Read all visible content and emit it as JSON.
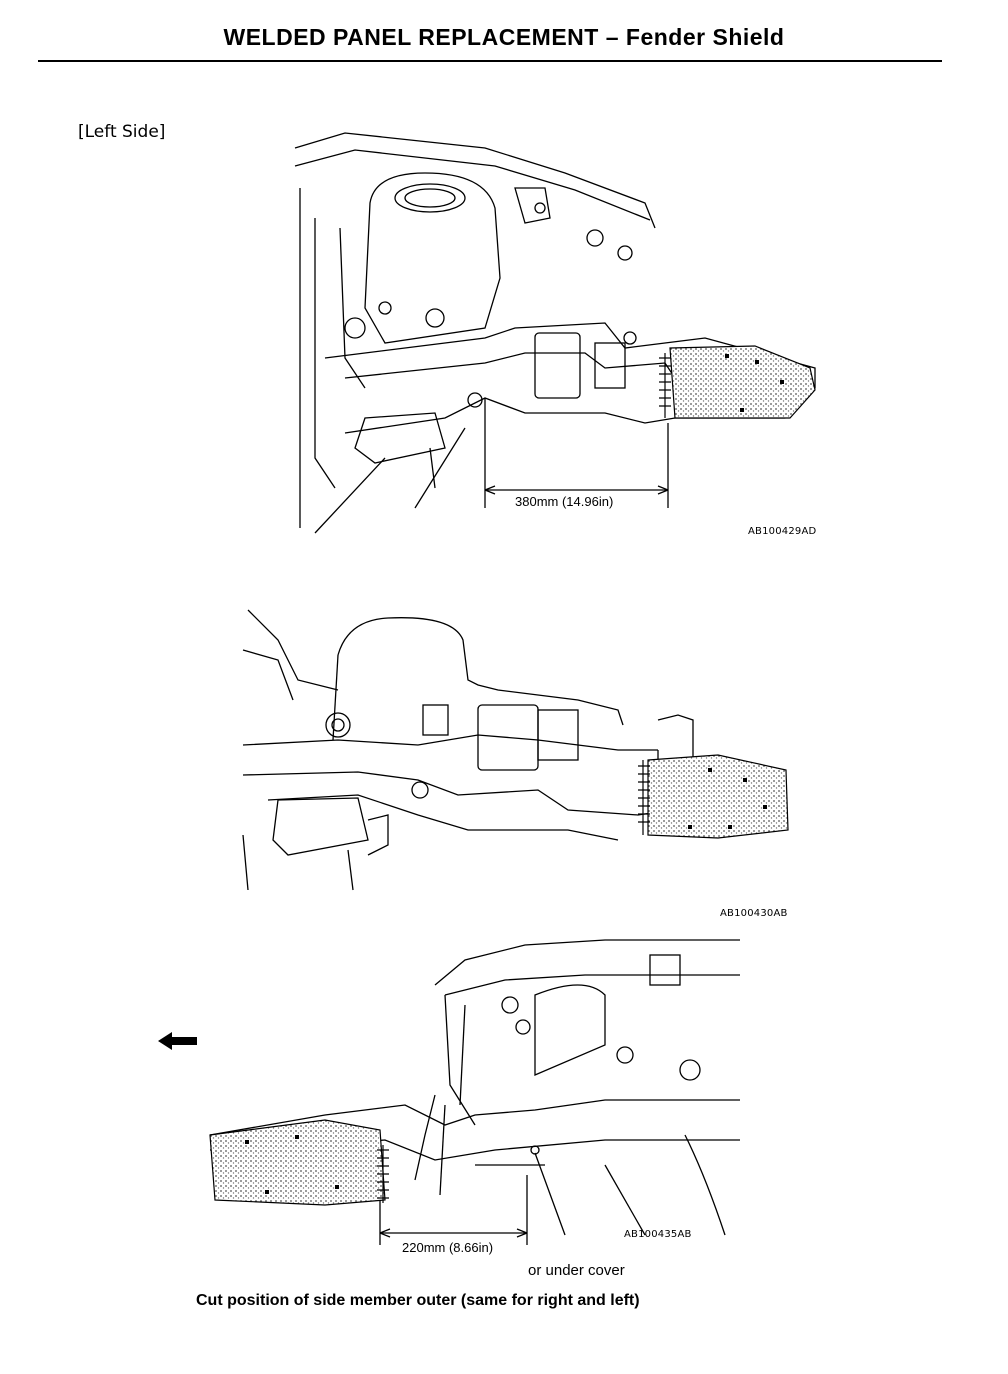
{
  "header": {
    "title": "WELDED PANEL REPLACEMENT – Fender Shield"
  },
  "side_label": "[Left Side]",
  "figures": [
    {
      "dimension": "380mm (14.96in)",
      "code": "AB100429AD"
    },
    {
      "code": "AB100430AB"
    },
    {
      "dimension": "220mm (8.66in)",
      "code": "AB100435AB",
      "note": "or under cover"
    }
  ],
  "caption": "Cut position of side member outer (same for right and left)",
  "icons": {
    "direction_arrow": "left-arrow-icon"
  }
}
